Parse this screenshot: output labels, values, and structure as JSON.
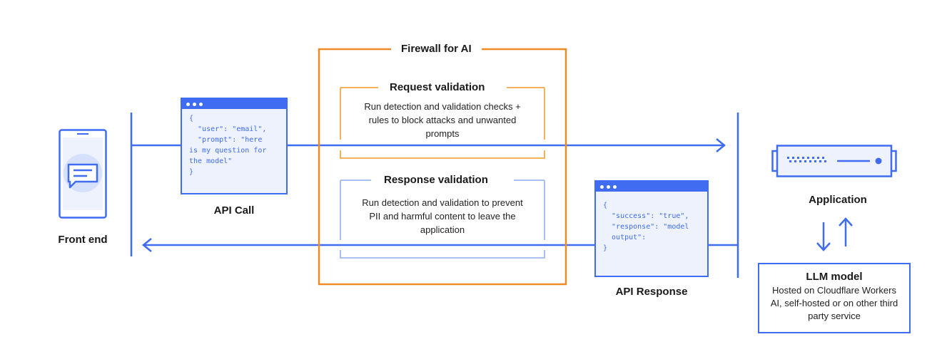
{
  "firewall": {
    "title": "Firewall for AI"
  },
  "request_validation": {
    "title": "Request validation",
    "description": "Run detection and validation checks + rules to block attacks and unwanted prompts"
  },
  "response_validation": {
    "title": "Response validation",
    "description": "Run detection and validation to prevent PII and harmful content to leave the application"
  },
  "front_end": {
    "label": "Front end",
    "icon": "phone-chat-icon"
  },
  "api_call": {
    "label": "API Call",
    "code": "{\n  \"user\": \"email\",\n  \"prompt\": \"here\nis my question for\nthe model\"\n}"
  },
  "api_response": {
    "label": "API Response",
    "code": "{\n  \"success\": \"true\",\n  \"response\": \"model\n  output\":\n}"
  },
  "application": {
    "label": "Application",
    "icon": "server-icon"
  },
  "llm_model": {
    "title": "LLM model",
    "description": "Hosted on Cloudflare Workers AI, self-hosted or on other third party service"
  },
  "colors": {
    "blue": "#3f6cf0",
    "orange": "#f08a24",
    "light_orange": "#f6b25a",
    "light_blue": "#aac0f5"
  }
}
